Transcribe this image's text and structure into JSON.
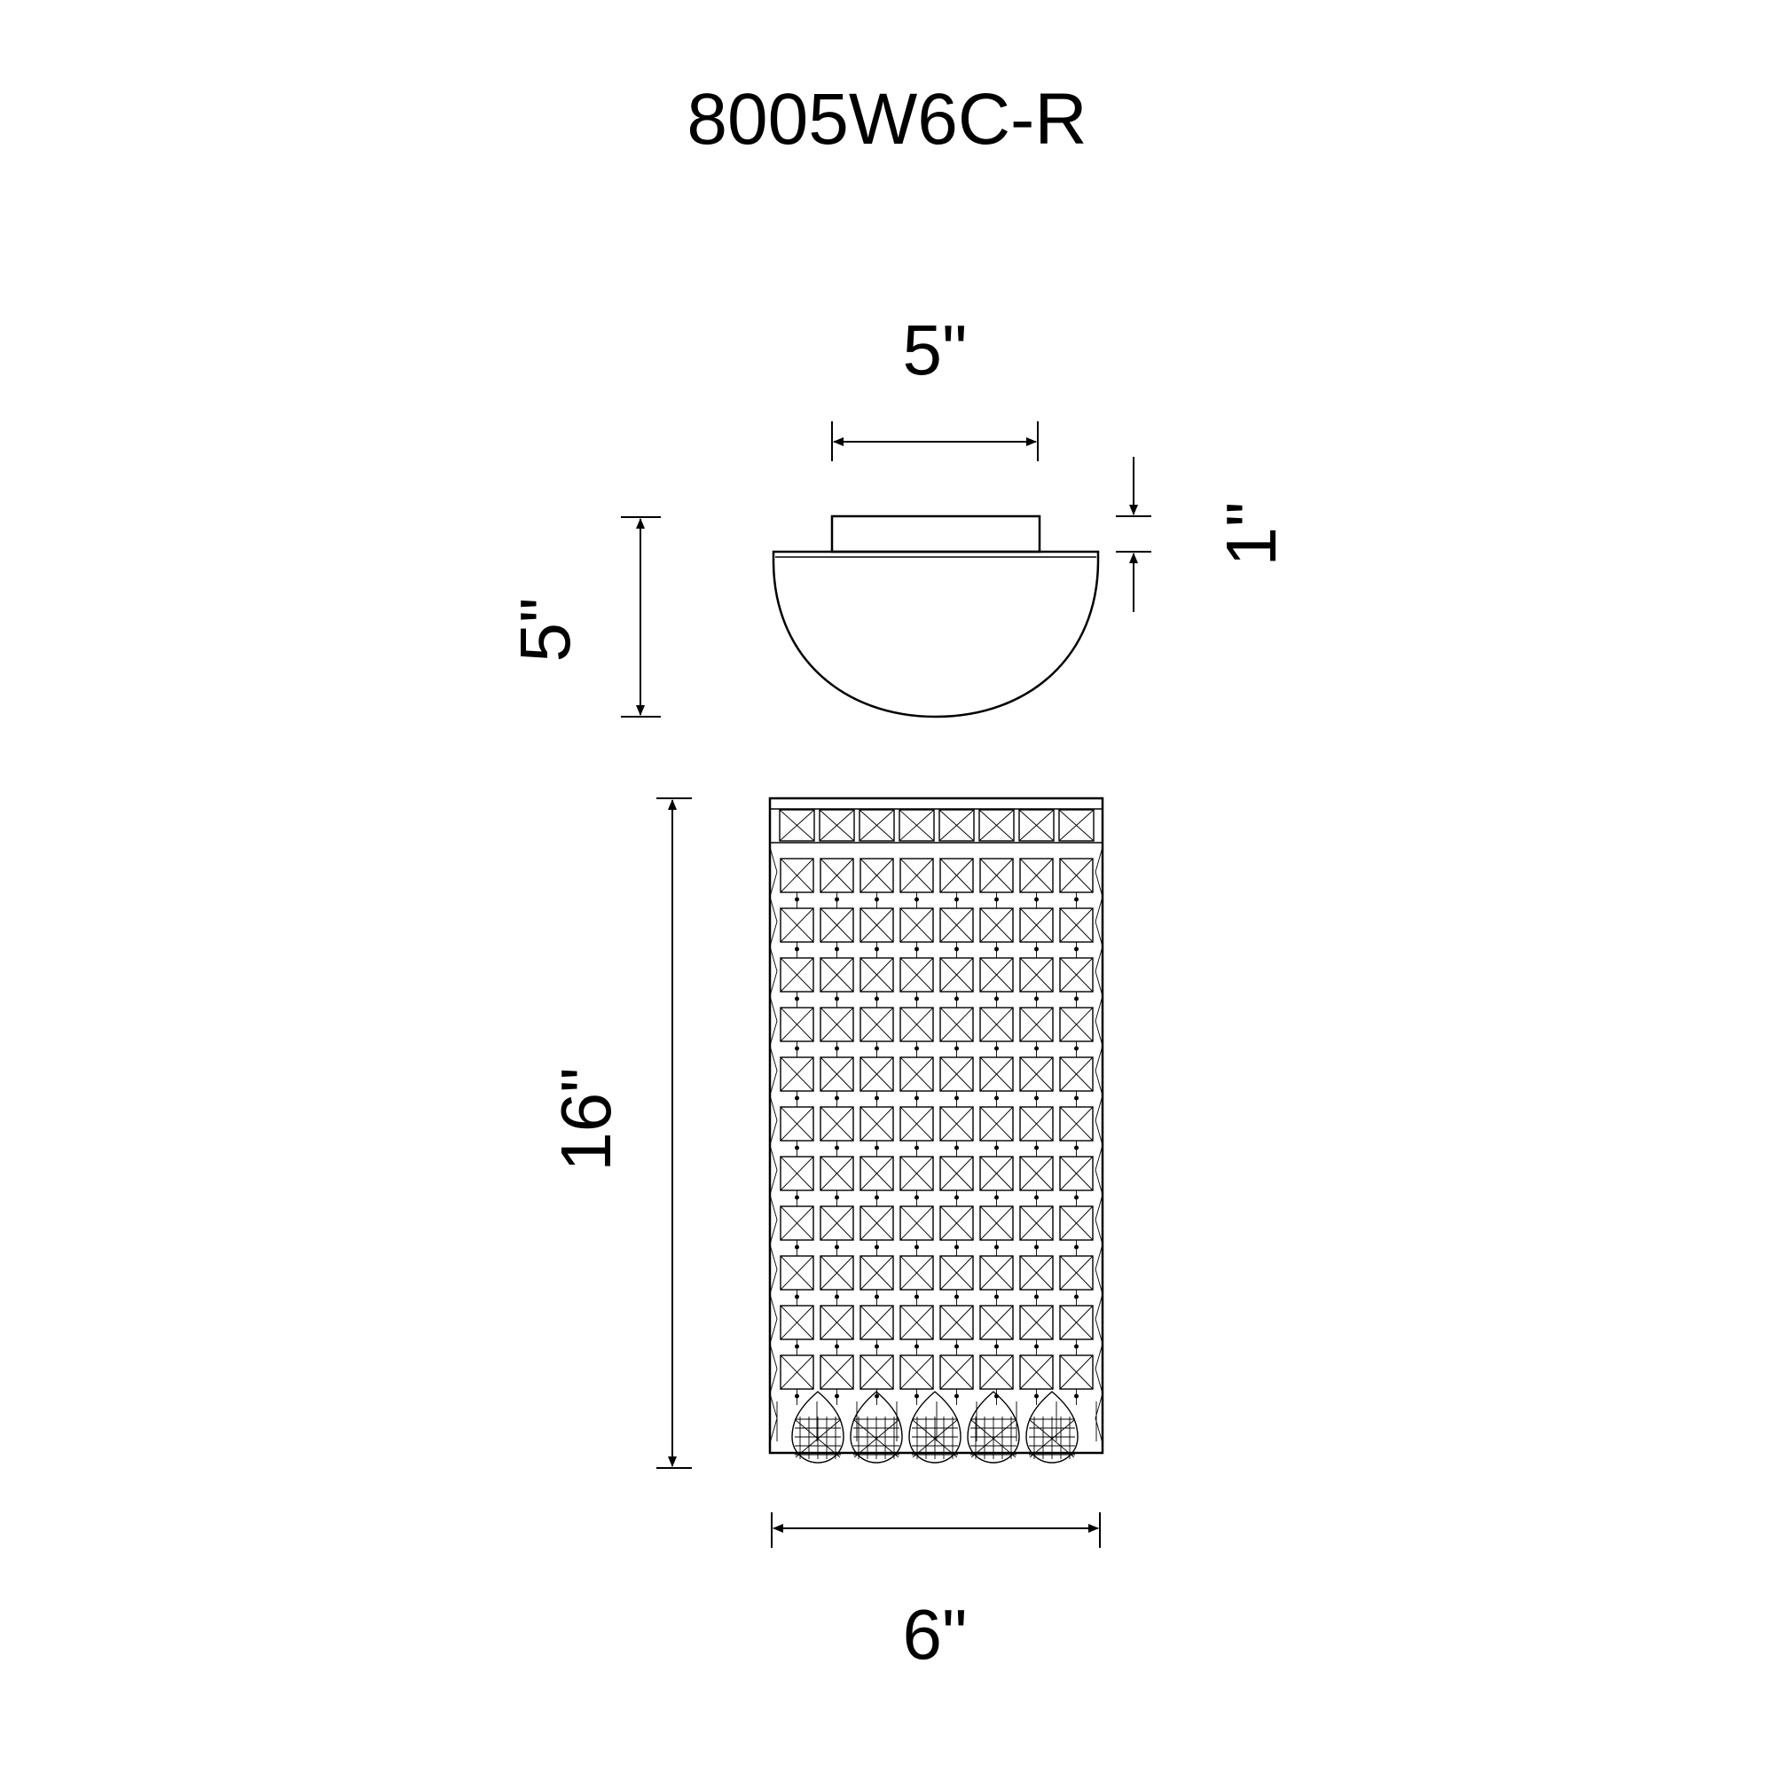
{
  "title": "8005W6C-R",
  "dimensions": {
    "top_width": "5\"",
    "top_height": "5\"",
    "backplate_depth": "1\"",
    "body_height": "16\"",
    "body_width": "6\""
  },
  "drawing": {
    "crystal_rows": 11,
    "crystal_columns": 8,
    "pendant_drops": 5
  }
}
